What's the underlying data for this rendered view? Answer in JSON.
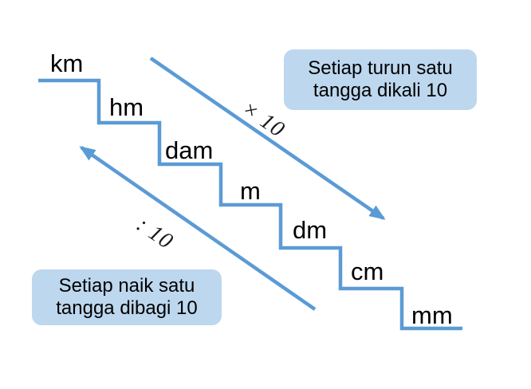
{
  "colors": {
    "line": "#5B9BD5",
    "callout_fill": "#BDD7EE",
    "text": "#000000"
  },
  "staircase": {
    "units": [
      "km",
      "hm",
      "dam",
      "m",
      "dm",
      "cm",
      "mm"
    ]
  },
  "arrows": {
    "multiply": {
      "label": "× 10"
    },
    "divide": {
      "label": ": 10"
    }
  },
  "callouts": {
    "multiply": {
      "line1": "Setiap turun satu",
      "line2": "tangga dikali 10"
    },
    "divide": {
      "line1": "Setiap naik satu",
      "line2": "tangga dibagi 10"
    }
  }
}
